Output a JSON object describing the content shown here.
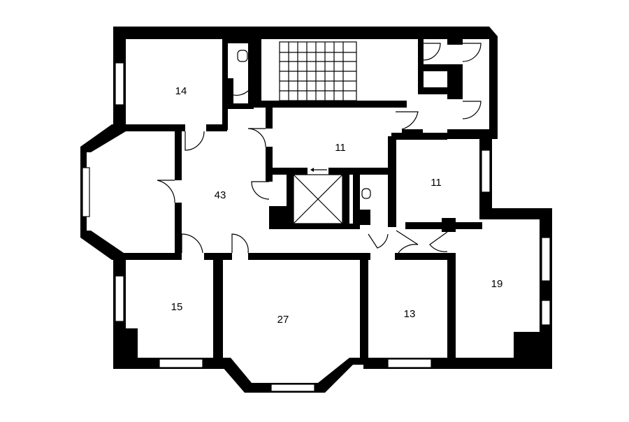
{
  "plan": {
    "rooms": [
      {
        "id": "room-top-left",
        "area": "14"
      },
      {
        "id": "room-center-corridor",
        "area": "11"
      },
      {
        "id": "room-hall",
        "area": "43"
      },
      {
        "id": "room-right",
        "area": "11"
      },
      {
        "id": "room-bottom-left",
        "area": "15"
      },
      {
        "id": "room-bottom-center",
        "area": "27"
      },
      {
        "id": "room-bottom-right",
        "area": "13"
      },
      {
        "id": "room-far-right",
        "area": "19"
      }
    ]
  },
  "colors": {
    "wall": "#000000",
    "background": "#ffffff"
  }
}
